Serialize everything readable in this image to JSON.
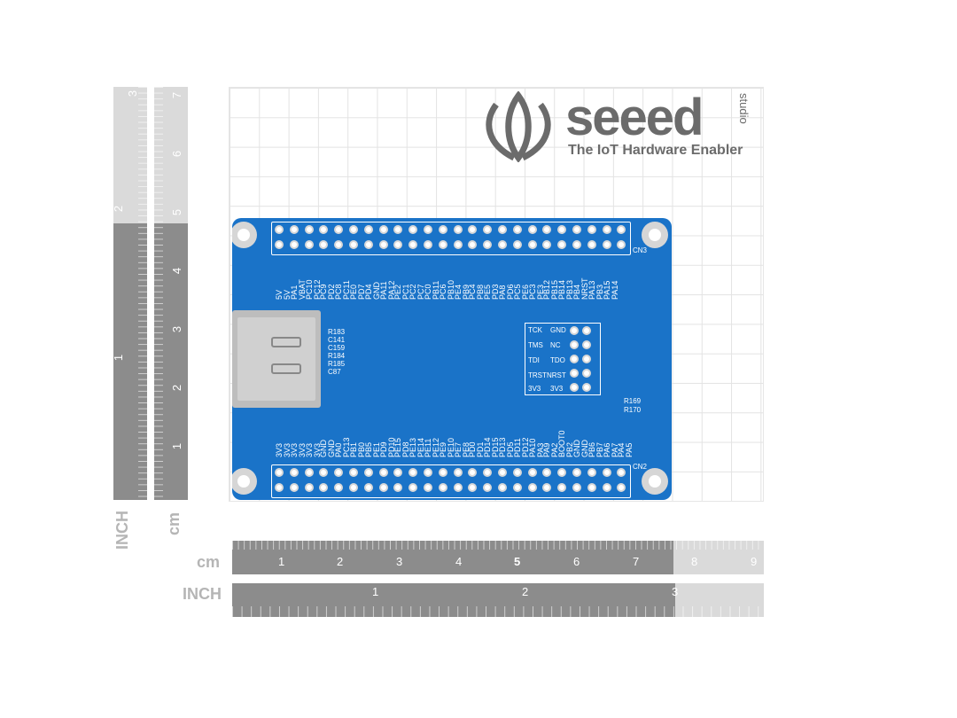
{
  "brand": {
    "name": "seeed",
    "sub": "studio",
    "tagline": "The IoT Hardware Enabler"
  },
  "rulers": {
    "vertical_inch": {
      "unit": "INCH",
      "numbers": [
        "1",
        "2",
        "3"
      ]
    },
    "vertical_cm": {
      "unit": "cm",
      "numbers": [
        "1",
        "2",
        "3",
        "4",
        "5",
        "6",
        "7"
      ]
    },
    "horizontal_cm": {
      "unit": "cm",
      "numbers": [
        "1",
        "2",
        "3",
        "4",
        "5",
        "6",
        "7",
        "8",
        "9"
      ]
    },
    "horizontal_inch": {
      "unit": "INCH",
      "numbers": [
        "1",
        "2",
        "3"
      ]
    }
  },
  "board": {
    "connector_top": "CN3",
    "connector_bottom": "CN2",
    "top_pins_row1": [
      "5V",
      "PA1",
      "PC10",
      "PC9",
      "PC8",
      "PE0",
      "PD4",
      "PA11",
      "PE2",
      "PC2",
      "PC0",
      "PC6",
      "PE4",
      "PC4",
      "PE5",
      "PA8",
      "PC5",
      "PC3",
      "PB12",
      "PB14",
      "PB4",
      "PA13",
      "PA15"
    ],
    "top_pins_row2": [
      "5V",
      "VBAT",
      "PC12",
      "PD2",
      "PC11",
      "PD7",
      "GND",
      "PA12",
      "PC1",
      "PC7",
      "PB11",
      "PB10",
      "PB9",
      "PB8",
      "PD3",
      "PD6",
      "PE6",
      "PE3",
      "PB15",
      "PB13",
      "NRST",
      "PB3",
      "PA14"
    ],
    "bottom_pins_row1": [
      "3V3",
      "3V3",
      "3V3",
      "GND",
      "PA0",
      "PB1",
      "PB5",
      "PD9",
      "PE15",
      "PE13",
      "PE11",
      "PE9",
      "PE7",
      "PD0",
      "PD14",
      "PD13",
      "PD11",
      "PA10",
      "PA9",
      "BOOT0",
      "GND",
      "PB6",
      "PA6",
      "PA4"
    ],
    "bottom_pins_row2": [
      "3V3",
      "3V3",
      "3V3",
      "GND",
      "PC13",
      "PB0",
      "PE1",
      "PD10",
      "PD8",
      "PE14",
      "PE12",
      "PE10",
      "PE8",
      "PD1",
      "PD15",
      "PD5",
      "PD12",
      "PA3",
      "PA2",
      "PB2",
      "GND",
      "PB7",
      "PA7",
      "PA5"
    ],
    "jtag": [
      [
        "TCK",
        "GND"
      ],
      [
        "TMS",
        "NC"
      ],
      [
        "TDI",
        "TDO"
      ],
      [
        "TRST",
        "NRST"
      ],
      [
        "3V3",
        "3V3"
      ]
    ],
    "components": [
      "R183",
      "C141",
      "C159",
      "R184",
      "R185",
      "C87",
      "R169",
      "R170"
    ],
    "colors": {
      "pcb": "#1a73c8",
      "silk": "#ffffff",
      "pad": "#d8d8d8"
    }
  }
}
